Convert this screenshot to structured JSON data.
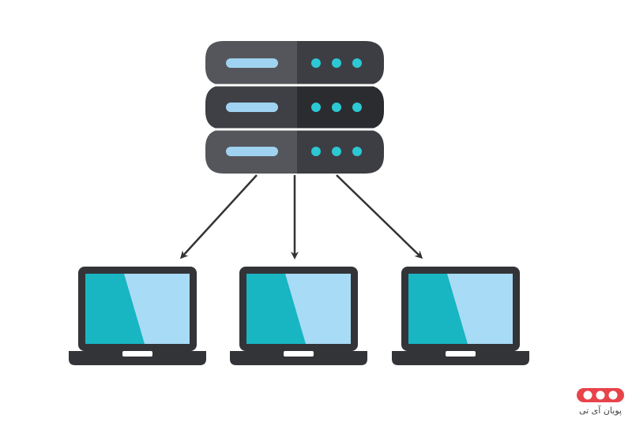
{
  "colors": {
    "server_left": "#55565b",
    "server_right": "#3d3e43",
    "server_mid_left": "#3f4045",
    "server_mid_right": "#2b2c30",
    "slot": "#9fd3f1",
    "led": "#2cc8d4",
    "arrow": "#333333",
    "laptop_frame": "#333438",
    "laptop_screen_a": "#18b5c2",
    "laptop_screen_b": "#a8dbf5",
    "trackpad": "#ffffff",
    "logo_red": "#e8434b"
  },
  "diagram": {
    "server_rows": 3,
    "leds_per_row": 3,
    "laptops": 3,
    "arrows": 3
  },
  "logo": {
    "text": "پویان آی تی"
  }
}
